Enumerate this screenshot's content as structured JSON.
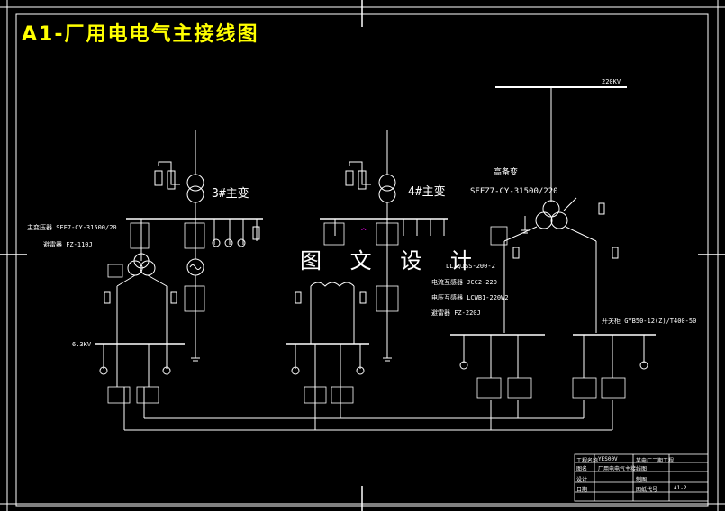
{
  "title": "A1-厂用电电气主接线图",
  "watermark": "图 文 设 计",
  "bus_220kv": "220KV",
  "transformer_3": "3#主变",
  "transformer_4": "4#主变",
  "high_standby": "高备变",
  "high_standby_model": "SFFZ7-CY-31500/220",
  "left_notes": {
    "line1": "主变压器 SFF7-CY-31500/20",
    "line2": "避雷器 FZ-110J"
  },
  "middle_notes": {
    "line1": "LL QJSS-200-2",
    "line2": "电流互感器 JCC2-220",
    "line3": "电压互感器 LCWB1-220W2",
    "line4": "避雷器 FZ-220J"
  },
  "switchgear": "开关柜 GYB50-12(Z)/T400-50",
  "bus_63kv": "6.3KV",
  "titleblock": {
    "r1c1": "工程名称",
    "r1c2": "YES00V",
    "r1c3": "某电厂二期工程",
    "r2c1": "图名",
    "r2c2": "厂用电电气主接线图",
    "r3c1": "设计",
    "r3c2": "制图",
    "r4c1": "日期",
    "r4c2": "图纸代号",
    "r4c3": "A1-2"
  },
  "colors": {
    "line": "#ffffff",
    "title": "#ffff00",
    "marker": "#ff00ff"
  }
}
